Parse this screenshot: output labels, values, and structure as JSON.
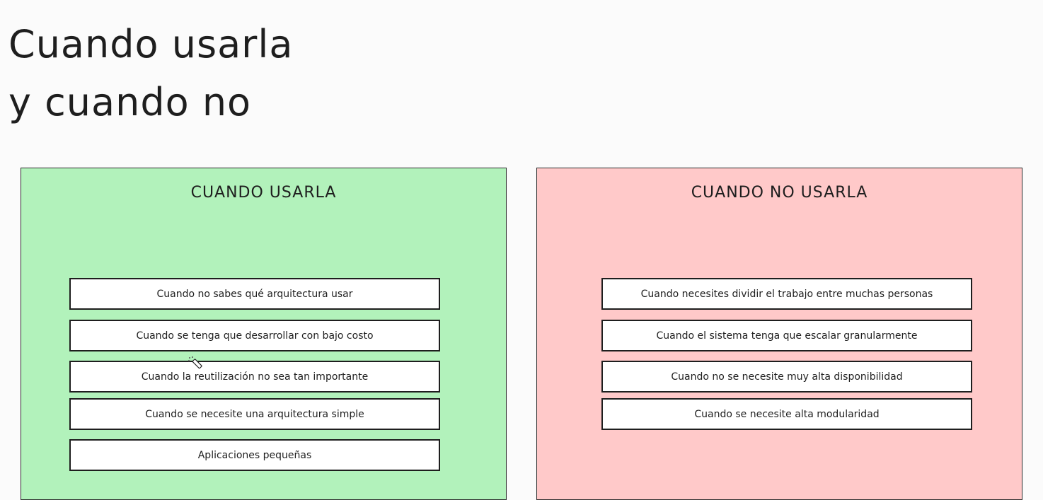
{
  "title": {
    "line1": "Cuando usarla",
    "line2": "y cuando no"
  },
  "use_panel": {
    "heading": "CUANDO USARLA",
    "color": "#b2f2bb",
    "items": [
      "Cuando no sabes qué arquitectura usar",
      "Cuando se tenga que desarrollar con bajo costo",
      "Cuando la reutilización no sea tan importante",
      "Cuando se necesite una arquitectura simple",
      "Aplicaciones pequeñas"
    ]
  },
  "dont_use_panel": {
    "heading": "CUANDO NO USARLA",
    "color": "#ffc9c9",
    "items": [
      "Cuando necesites dividir el trabajo entre muchas personas",
      "Cuando el sistema tenga que escalar granularmente",
      "Cuando no se necesite muy alta disponibilidad",
      "Cuando se necesite alta modularidad"
    ]
  },
  "cursor_icon": "laser-pointer-icon"
}
